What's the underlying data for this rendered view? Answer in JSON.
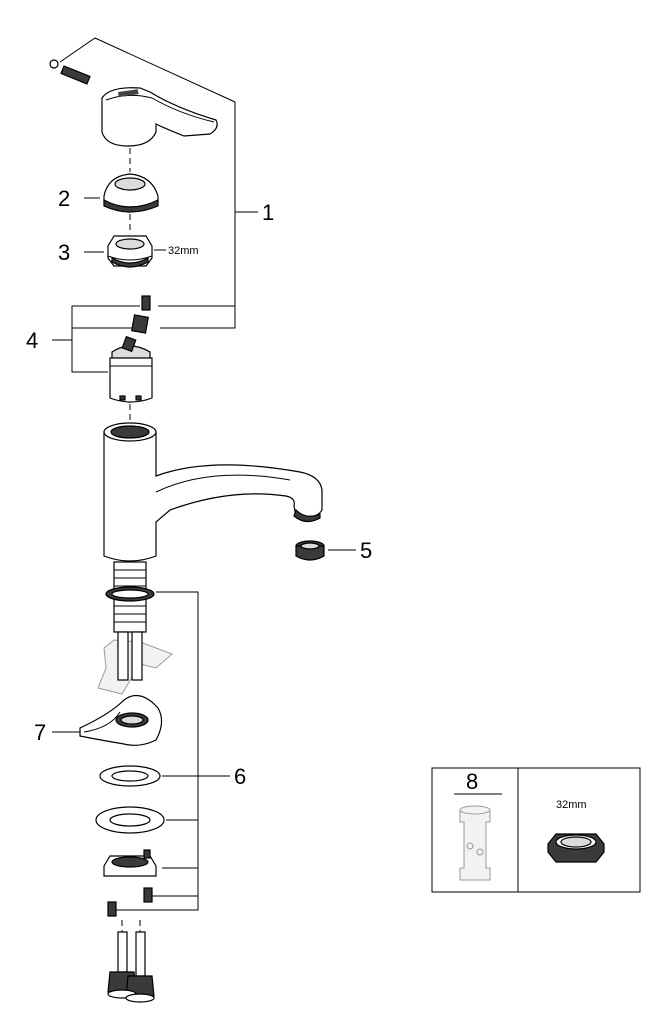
{
  "callouts": {
    "c1": "1",
    "c2": "2",
    "c3": "3",
    "c4": "4",
    "c5": "5",
    "c6": "6",
    "c7": "7",
    "c8": "8"
  },
  "dims": {
    "nut": "32mm",
    "inset_nut": "32mm"
  }
}
